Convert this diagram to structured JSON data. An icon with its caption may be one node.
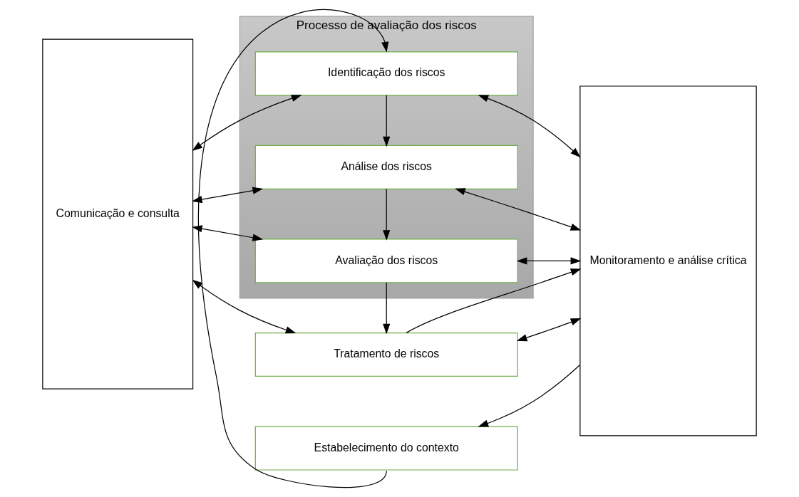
{
  "diagram": {
    "nodes": [
      {
        "text": [
          "Comunicação e consulta"
        ]
      },
      {
        "text": [
          "Estabelecimento do contexto"
        ]
      },
      {
        "text": [
          "Processo de avaliação dos riscos"
        ]
      },
      {
        "text": [
          "Identificação dos riscos"
        ],
        "in": 2
      },
      {
        "text": [
          "Análise dos riscos"
        ],
        "in": 2
      },
      {
        "text": [
          "Avaliação dos riscos"
        ],
        "in": 2
      },
      {
        "text": [
          "Tratamento de riscos"
        ]
      },
      {
        "text": [
          "Monitoramento e análise crítica"
        ]
      }
    ],
    "edges": [
      {
        "from": 1,
        "to": 3,
        "arrow": "to"
      },
      {
        "from": 3,
        "to": 4,
        "arrow": "to"
      },
      {
        "from": 4,
        "to": 5,
        "arrow": "to"
      },
      {
        "from": 5,
        "to": 6,
        "arrow": "to"
      },
      {
        "from": 0,
        "to": 3,
        "arrow": "both"
      },
      {
        "from": 0,
        "to": 4,
        "arrow": "both"
      },
      {
        "from": 0,
        "to": 5,
        "arrow": "both"
      },
      {
        "from": 0,
        "to": 6,
        "arrow": "both"
      },
      {
        "from": 3,
        "to": 7,
        "arrow": "both"
      },
      {
        "from": 4,
        "to": 7,
        "arrow": "both"
      },
      {
        "from": 5,
        "to": 7,
        "arrow": "both"
      },
      {
        "from": 6,
        "to": 7,
        "arrow": "both"
      },
      {
        "from": 7,
        "to": 1,
        "arrow": "to"
      },
      {
        "from": 6,
        "to": 7,
        "arrow": "to"
      }
    ]
  }
}
